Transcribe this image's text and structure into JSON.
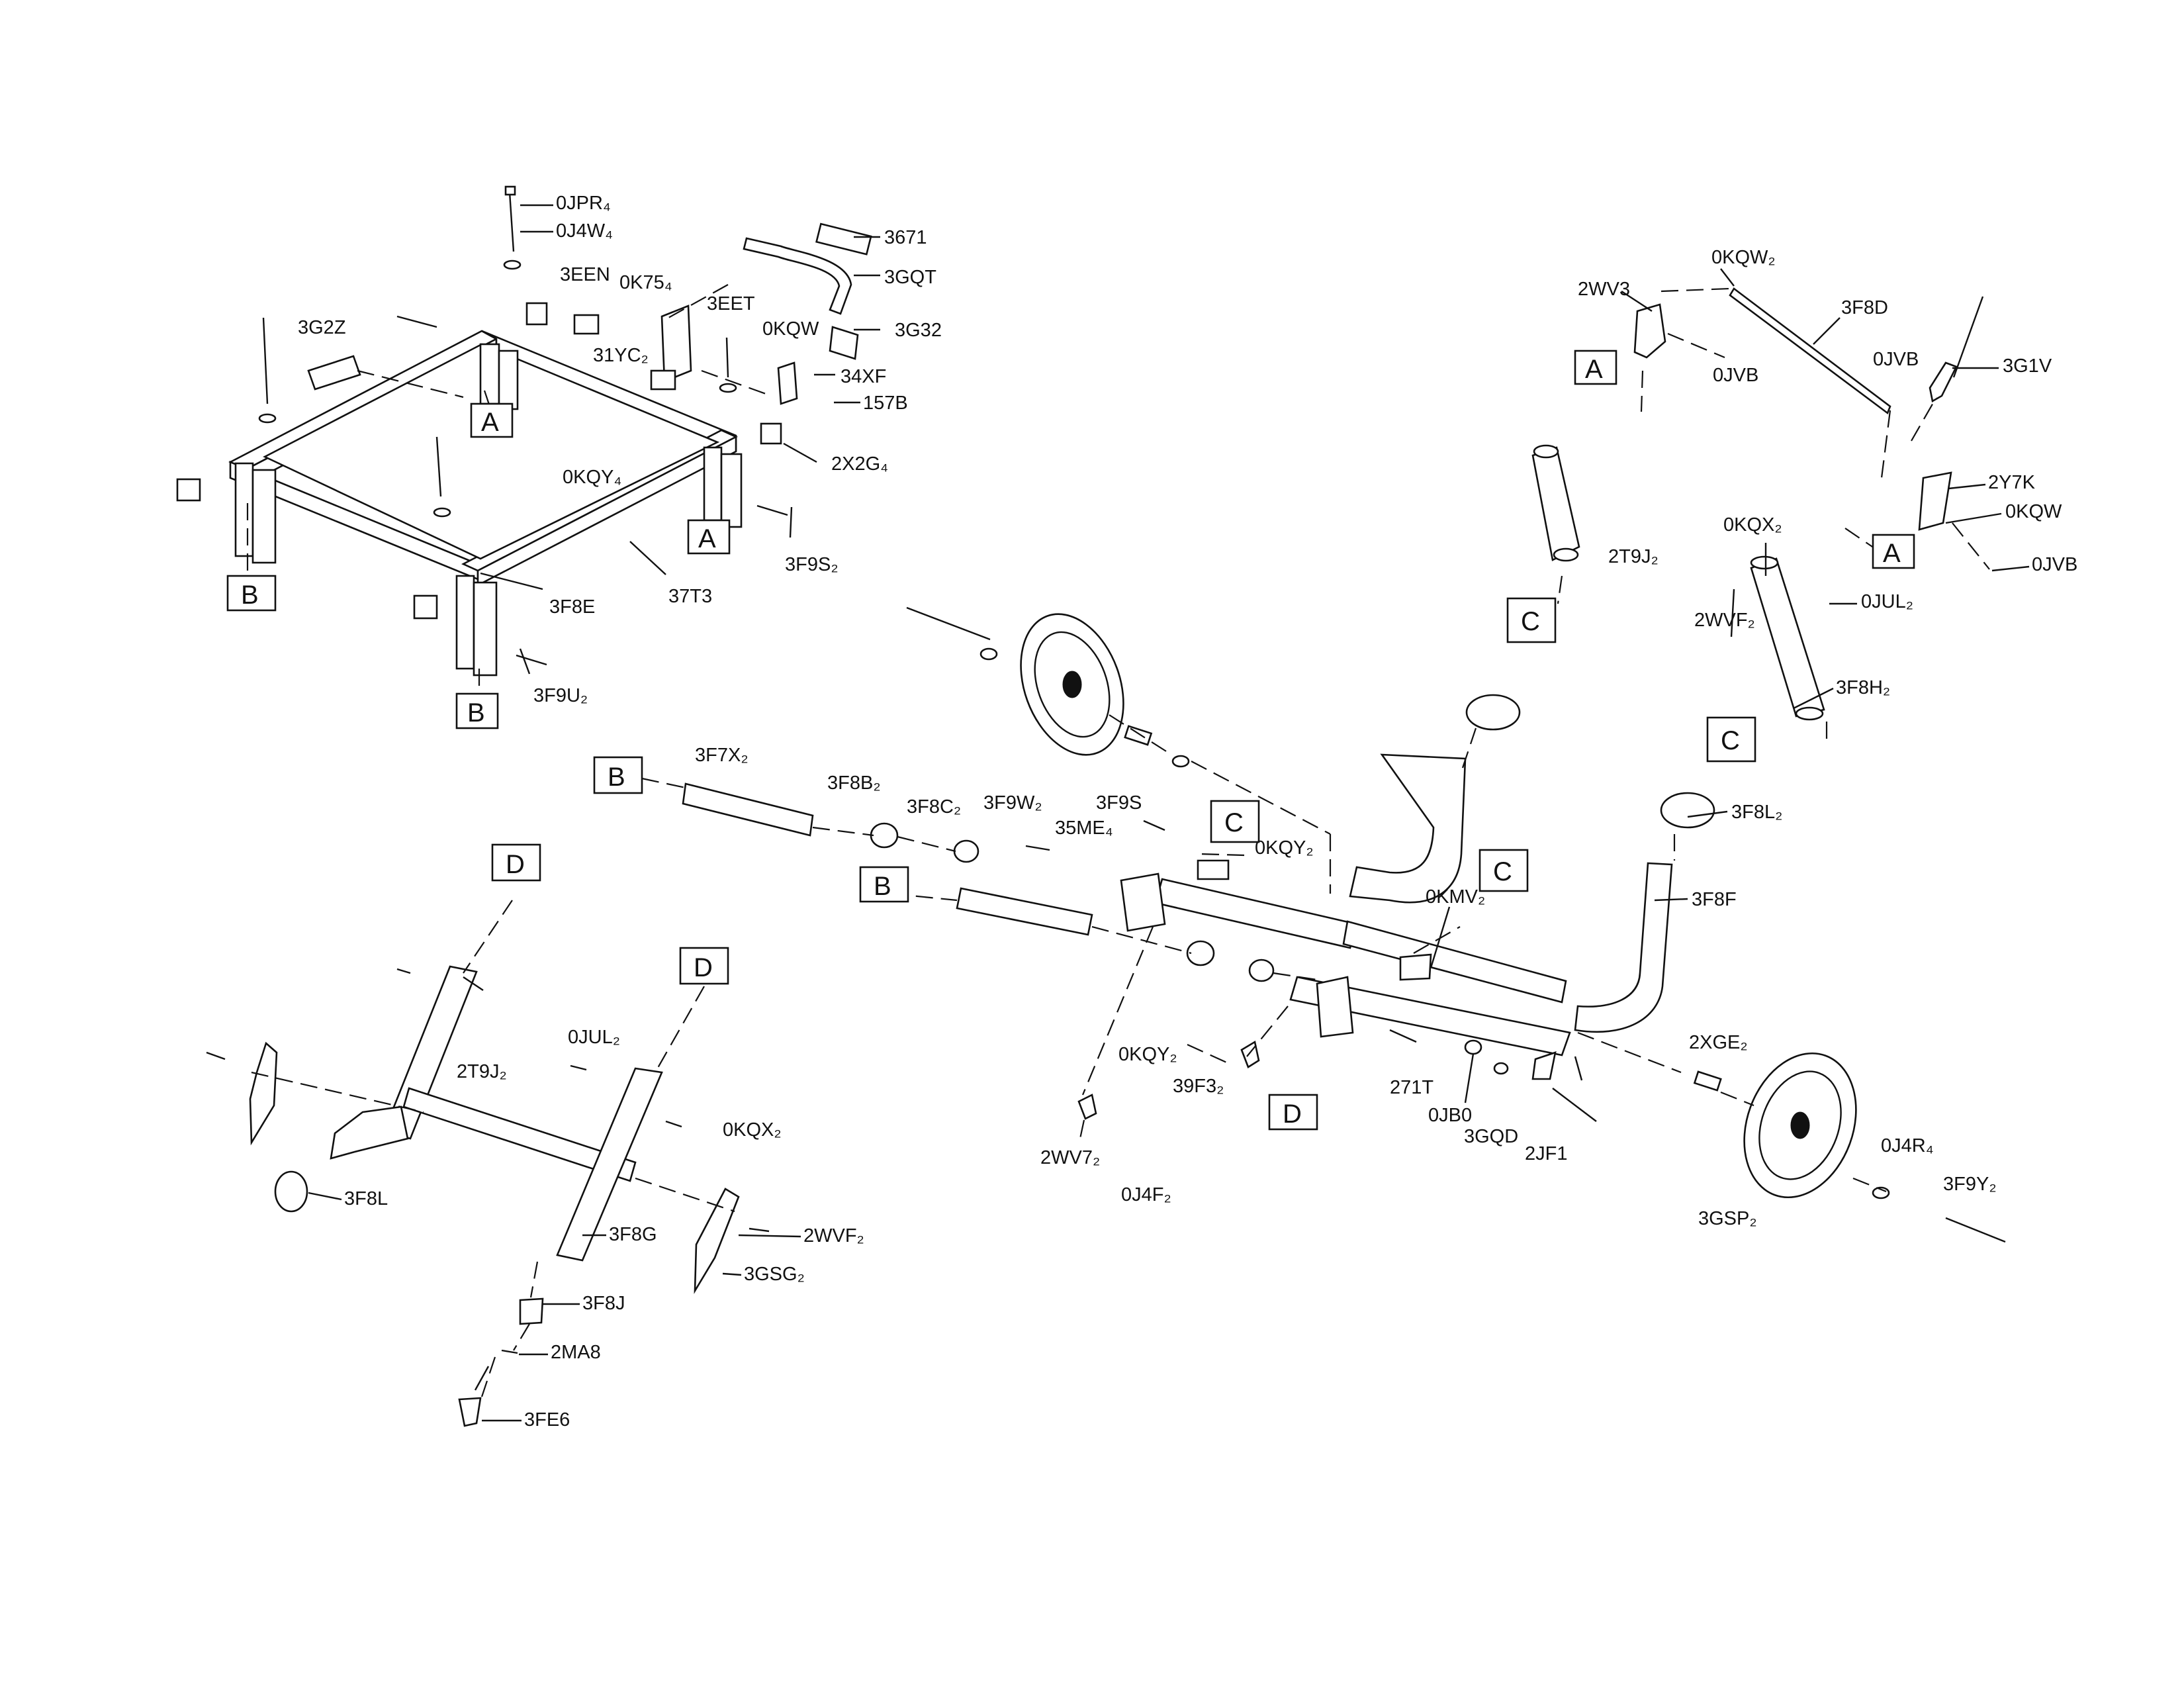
{
  "callouts": {
    "c_0jpr4": "0JPR₄",
    "c_0j4w4": "0J4W₄",
    "c_3een": "3EEN",
    "c_0k754": "0K75₄",
    "c_3671": "3671",
    "c_3gqt": "3GQT",
    "c_3eet": "3EET",
    "c_3g2z": "3G2Z",
    "c_31yc2": "31YC₂",
    "c_0kqw_a": "0KQW",
    "c_3g32": "3G32",
    "c_34xf": "34XF",
    "c_157b": "157B",
    "c_2x2g4": "2X2G₄",
    "c_0kqy4": "0KQY₄",
    "c_3f9s2": "3F9S₂",
    "c_37t3": "37T3",
    "c_3f8e": "3F8E",
    "c_3f9u2": "3F9U₂",
    "c_0kqw2": "0KQW₂",
    "c_2wv3": "2WV3",
    "c_3f8d": "3F8D",
    "c_0jvb_a": "0JVB",
    "c_0jvb_b": "0JVB",
    "c_3g1v": "3G1V",
    "c_2y7k": "2Y7K",
    "c_0kqx2_a": "0KQX₂",
    "c_0kqw_b": "0KQW",
    "c_0jvb_c": "0JVB",
    "c_2t9j2_a": "2T9J₂",
    "c_2wvf2_a": "2WVF₂",
    "c_0jul2_a": "0JUL₂",
    "c_3f8h2": "3F8H₂",
    "c_3f7x2": "3F7X₂",
    "c_3f8b2": "3F8B₂",
    "c_3f8c2": "3F8C₂",
    "c_3f9w2": "3F9W₂",
    "c_3f9s": "3F9S",
    "c_35me4": "35ME₄",
    "c_0kqy2_a": "0KQY₂",
    "c_0kmv2": "0KMV₂",
    "c_3f8l2": "3F8L₂",
    "c_3f8f": "3F8F",
    "c_2xge2": "2XGE₂",
    "c_0j4r4": "0J4R₄",
    "c_3f9y2": "3F9Y₂",
    "c_3gsp2": "3GSP₂",
    "c_271t": "271T",
    "c_0jb0": "0JB0",
    "c_3gqd": "3GQD",
    "c_2jf1": "2JF1",
    "c_0kqy2_b": "0KQY₂",
    "c_39f32": "39F3₂",
    "c_2wv72": "2WV7₂",
    "c_0j4f2": "0J4F₂",
    "c_2t9j2_b": "2T9J₂",
    "c_0jul2_b": "0JUL₂",
    "c_0kqx2_b": "0KQX₂",
    "c_3f8l": "3F8L",
    "c_3f8g": "3F8G",
    "c_2wvf2_b": "2WVF₂",
    "c_3gsg2": "3GSG₂",
    "c_3f8j": "3F8J",
    "c_2ma8": "2MA8",
    "c_3fe6": "3FE6"
  },
  "ref_boxes": {
    "a1": "A",
    "a2": "A",
    "a3": "A",
    "a4": "A",
    "b1": "B",
    "b2": "B",
    "b3": "B",
    "b4": "B",
    "c1": "C",
    "c2": "C",
    "c3": "C",
    "c4": "C",
    "d1": "D",
    "d2": "D",
    "d3": "D"
  }
}
